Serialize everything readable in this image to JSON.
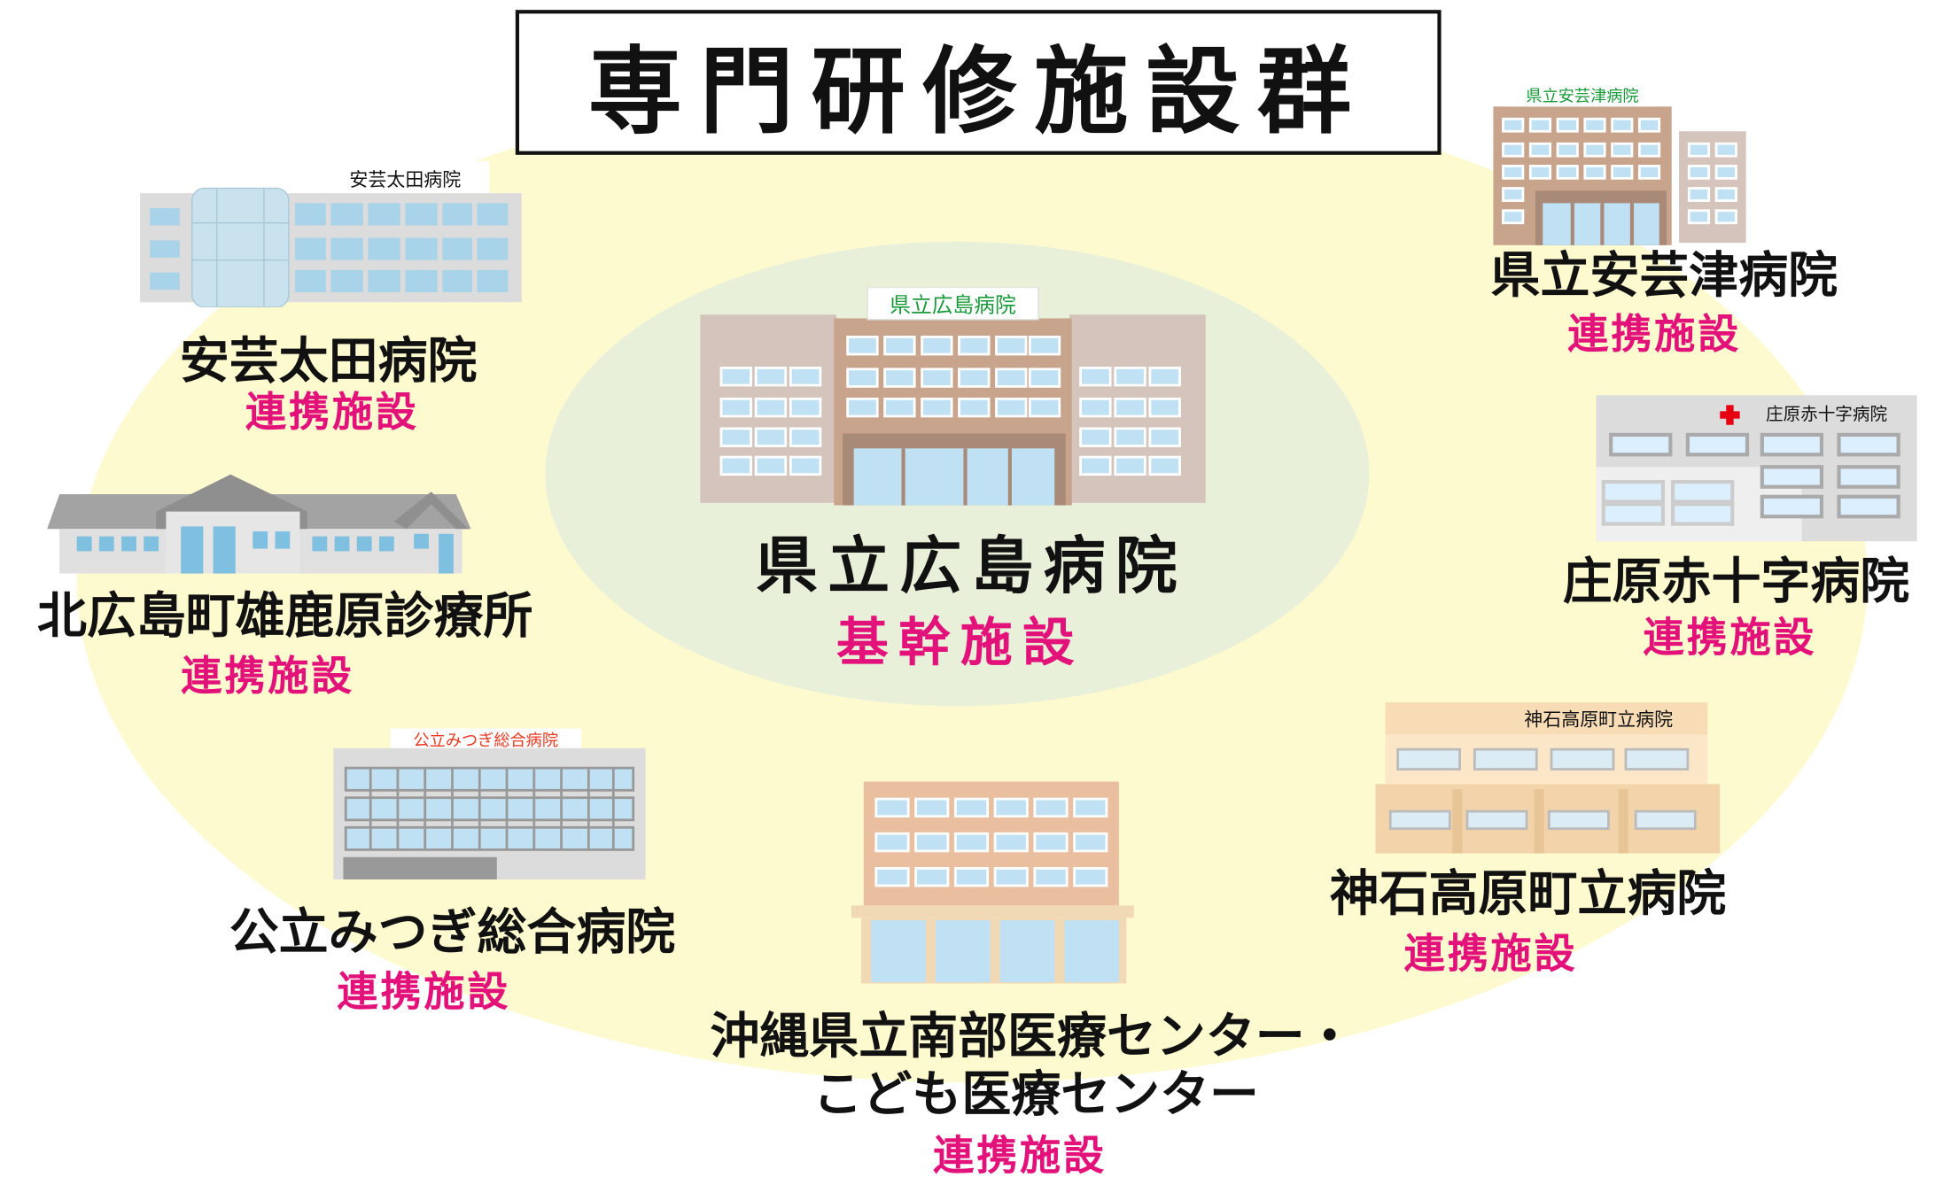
{
  "title": "専門研修施設群",
  "colors": {
    "outer_ellipse": "#fefacf",
    "inner_ellipse": "#e8f0da",
    "accent_pink": "#e3127a",
    "sign_green": "#1a9a3a",
    "sign_red": "#e83820"
  },
  "core": {
    "name": "県立広島病院",
    "role": "基幹施設",
    "sign": "県立広島病院"
  },
  "facilities": [
    {
      "name": "安芸太田病院",
      "role": "連携施設",
      "sign": "安芸太田病院"
    },
    {
      "name": "北広島町雄鹿原診療所",
      "role": "連携施設"
    },
    {
      "name": "公立みつぎ総合病院",
      "role": "連携施設",
      "sign": "公立みつぎ総合病院"
    },
    {
      "name_line1": "沖縄県立南部医療センター・",
      "name_line2": "こども医療センター",
      "role": "連携施設"
    },
    {
      "name": "神石高原町立病院",
      "role": "連携施設",
      "sign": "神石高原町立病院"
    },
    {
      "name": "庄原赤十字病院",
      "role": "連携施設",
      "sign": "庄原赤十字病院"
    },
    {
      "name": "県立安芸津病院",
      "role": "連携施設",
      "sign": "県立安芸津病院"
    }
  ]
}
